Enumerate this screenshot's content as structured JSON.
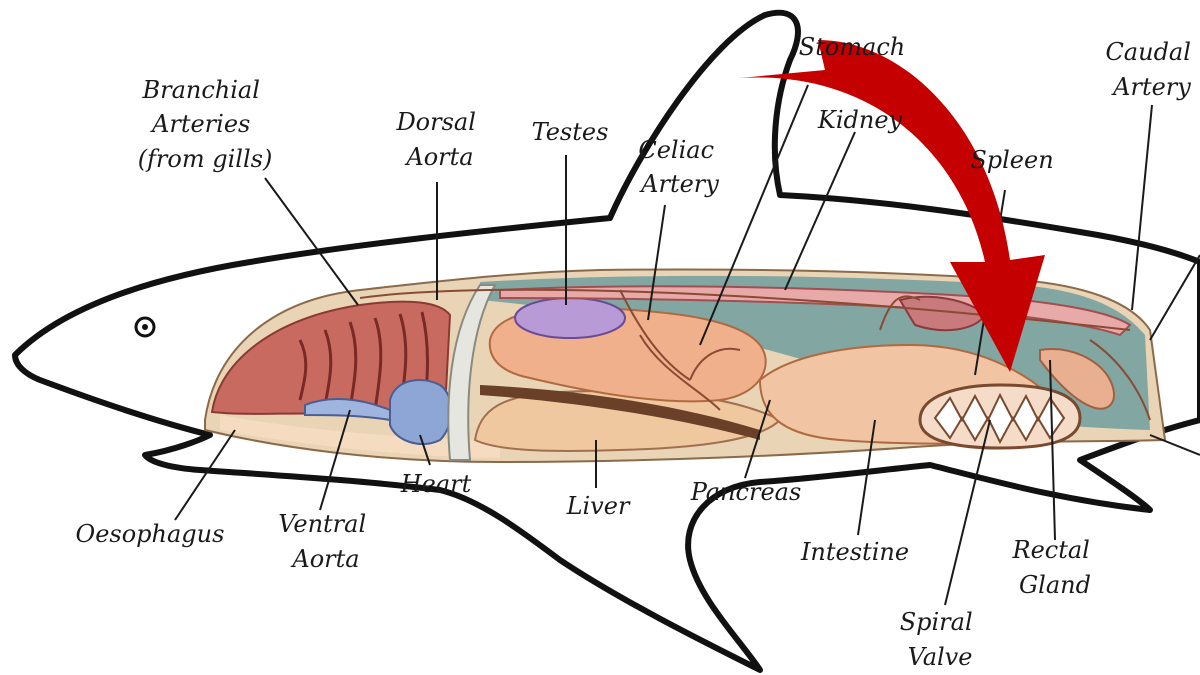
{
  "labels": {
    "branchial": [
      "Branchial",
      "Arteries",
      "(from gills)"
    ],
    "dorsal_aorta": [
      "Dorsal",
      "Aorta"
    ],
    "testes": [
      "Testes"
    ],
    "celiac_artery": [
      "Celiac",
      "Artery"
    ],
    "stomach": [
      "Stomach"
    ],
    "kidney": [
      "Kidney"
    ],
    "spleen": [
      "Spleen"
    ],
    "caudal_artery": [
      "Caudal",
      "Artery"
    ],
    "heart": [
      "Heart"
    ],
    "liver": [
      "Liver"
    ],
    "pancreas": [
      "Pancreas"
    ],
    "oesophagus": [
      "Oesophagus"
    ],
    "ventral_aorta": [
      "Ventral",
      "Aorta"
    ],
    "intestine": [
      "Intestine"
    ],
    "rectal_gland": [
      "Rectal",
      "Gland"
    ],
    "spiral_valve": [
      "Spiral",
      "Valve"
    ]
  },
  "colors": {
    "outline": "#111111",
    "arrow": "#c40000",
    "muscle": "#f0b08c",
    "cavity": "#6fa3a6",
    "liver": "#e8c9a0",
    "gills": "#c86a60",
    "heart": "#8ea6d6",
    "testes": "#b79ad6",
    "kidney": "#e8aaa8",
    "intestine": "#f1c4a4",
    "vessels": "#8a4a34"
  }
}
